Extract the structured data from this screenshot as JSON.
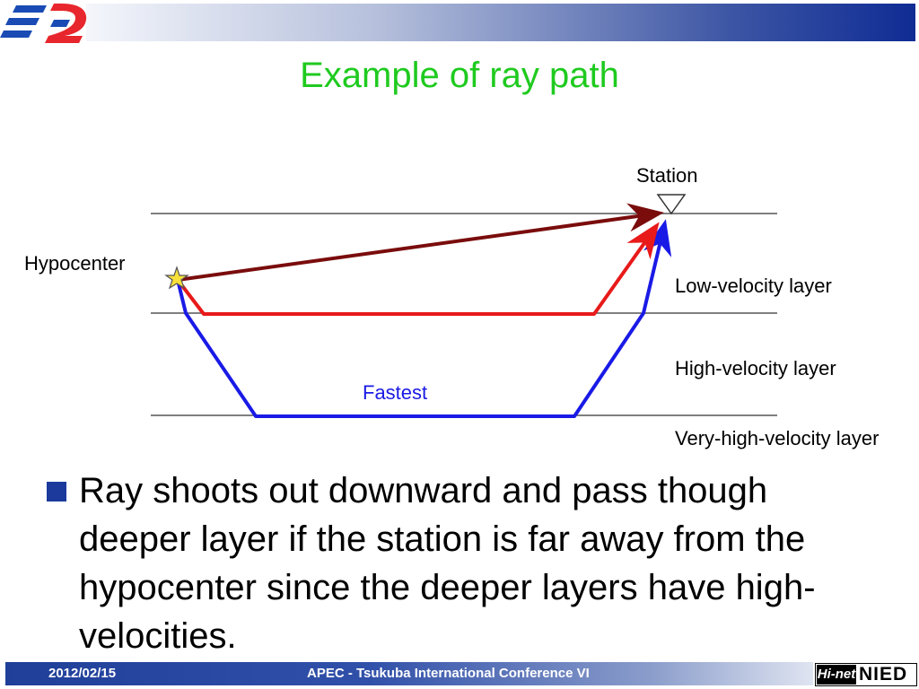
{
  "header": {
    "title": "Example of ray path"
  },
  "diagram": {
    "station_label": "Station",
    "hypocenter_label": "Hypocenter",
    "fastest_label": "Fastest",
    "layers": [
      "Low-velocity layer",
      "High-velocity layer",
      "Very-high-velocity layer"
    ],
    "colors": {
      "direct_ray": "#7a0c0c",
      "refracted_ray": "#e81a1a",
      "fastest_ray": "#1a1ae6",
      "star": "#f7e13a"
    }
  },
  "body": {
    "bullet_text": "Ray shoots out downward and pass though deeper layer if the station is far away from the hypocenter since the deeper layers have high-velocities."
  },
  "footer": {
    "date": "2012/02/15",
    "conference": "APEC - Tsukuba International Conference VI",
    "logo_left": "Hi-net",
    "logo_right": "NIED"
  }
}
